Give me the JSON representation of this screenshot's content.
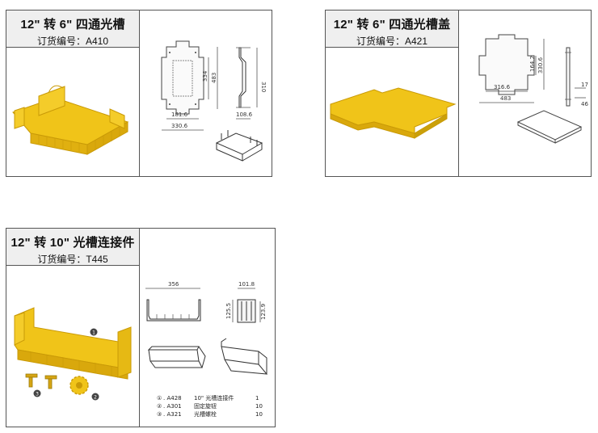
{
  "cards": [
    {
      "title": "12\" 转 6\" 四通光槽",
      "code": "订货编号：A410",
      "dims": [
        "181.6",
        "330.6",
        "334",
        "483",
        "310",
        "108.6"
      ]
    },
    {
      "title": "12\" 转 6\" 四通光槽盖",
      "code": "订货编号：A421",
      "dims": [
        "164.2",
        "330.6",
        "316.6",
        "483",
        "17",
        "46"
      ]
    },
    {
      "title": "12\" 转 10\" 光槽连接件",
      "code": "订货编号：T445",
      "dims": [
        "356",
        "101.8",
        "125.5",
        "123.9"
      ],
      "callouts": [
        "1",
        "2",
        "3"
      ],
      "parts": [
        {
          "num": "①",
          "code": ". A428",
          "name": "10\" 光槽连接件",
          "qty": "1"
        },
        {
          "num": "②",
          "code": ". A301",
          "name": "固定旋钮",
          "qty": "10"
        },
        {
          "num": "③",
          "code": ". A321",
          "name": "光槽螺栓",
          "qty": "10"
        }
      ]
    }
  ],
  "colors": {
    "yellow": "#f0c419",
    "yellow_dark": "#c99a07",
    "yellow_shade": "#e0b010",
    "header_bg": "#efefef",
    "border": "#555555"
  }
}
